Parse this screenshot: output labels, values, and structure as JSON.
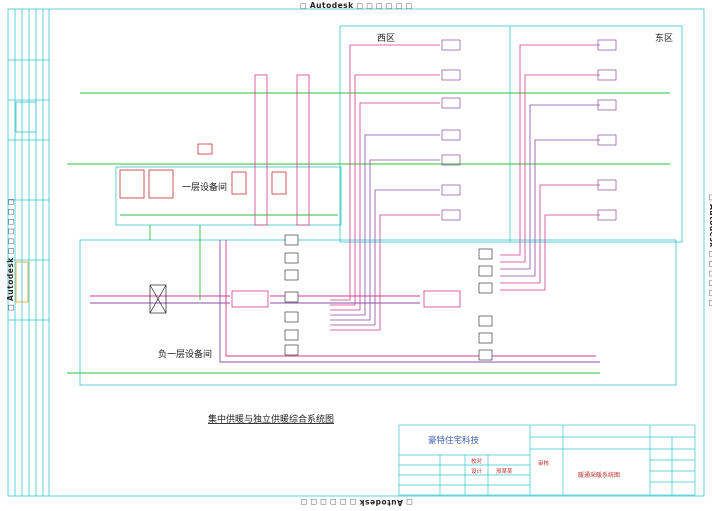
{
  "watermark": {
    "brand": "Autodesk",
    "boxes": "□ □ □ □ □ □"
  },
  "zones": {
    "west": "西区",
    "east": "东区",
    "floor1_room": "一层设备间",
    "basement_room": "负一层设备间"
  },
  "drawing_title": "集中供暖与独立供暖综合系统图",
  "title_block": {
    "company": "豪特住宅科技",
    "sheet_name": "暖通采暖系统图",
    "review": "审核",
    "design": "设计",
    "verify": "校对",
    "designer_name": "邢某某"
  },
  "colors": {
    "supply": "#d63b8a",
    "return": "#8b4ca8",
    "frame": "#35c6cf",
    "green": "#2fbf3a",
    "equipment": "#c03030"
  },
  "icons": {
    "boiler": "boiler-icon",
    "pump": "pump-icon",
    "valve": "valve-icon",
    "heat_exchanger": "heat-exchanger-icon",
    "manifold": "manifold-icon"
  }
}
